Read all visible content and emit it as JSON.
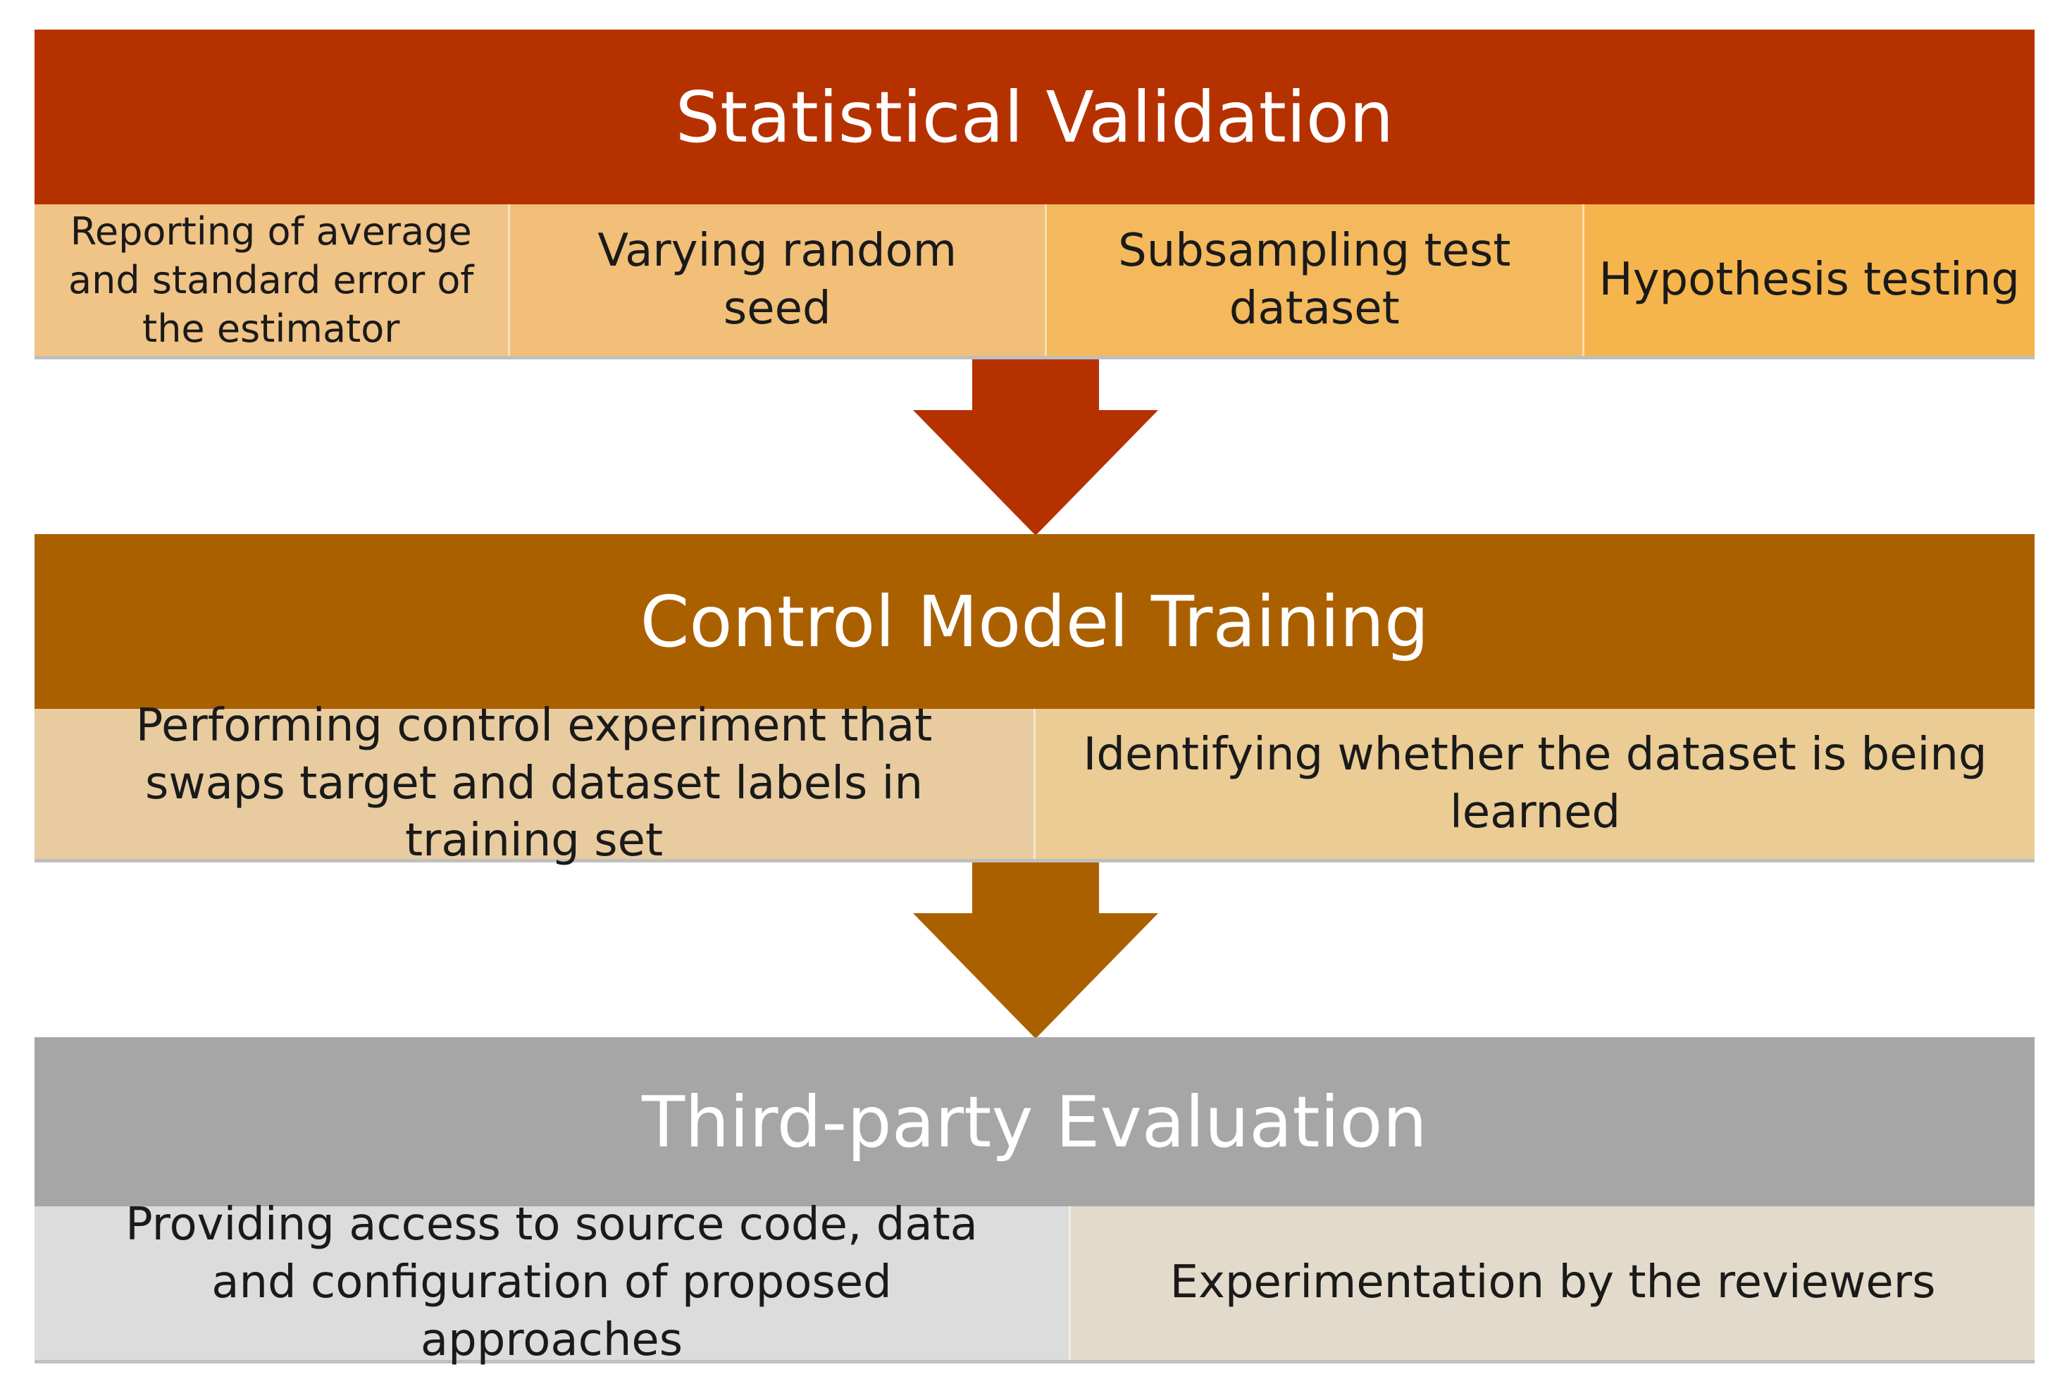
{
  "stages": [
    {
      "title": "Statistical Validation",
      "color": "#b53200",
      "items": [
        {
          "text": "Reporting of average and standard error of the estimator",
          "color": "#f0c386"
        },
        {
          "text": "Varying random seed",
          "color": "#f1bf78"
        },
        {
          "text": "Subsampling test dataset",
          "color": "#f3b95c"
        },
        {
          "text": "Hypothesis testing",
          "color": "#f5b54c"
        }
      ]
    },
    {
      "title": "Control Model Training",
      "color": "#ab6000",
      "items": [
        {
          "text": "Performing control experiment that swaps target and dataset labels in training set",
          "color": "#e8cca0"
        },
        {
          "text": "Identifying whether the dataset is being learned",
          "color": "#eacc94"
        }
      ]
    },
    {
      "title": "Third-party Evaluation",
      "color": "#a6a6a6",
      "items": [
        {
          "text": "Providing access to source code, data and configuration of proposed approaches",
          "color": "#dcdcdc"
        },
        {
          "text": "Experimentation by the reviewers",
          "color": "#e2dacb"
        }
      ]
    }
  ],
  "arrows": [
    {
      "color": "#b53200"
    },
    {
      "color": "#ab6000"
    }
  ]
}
